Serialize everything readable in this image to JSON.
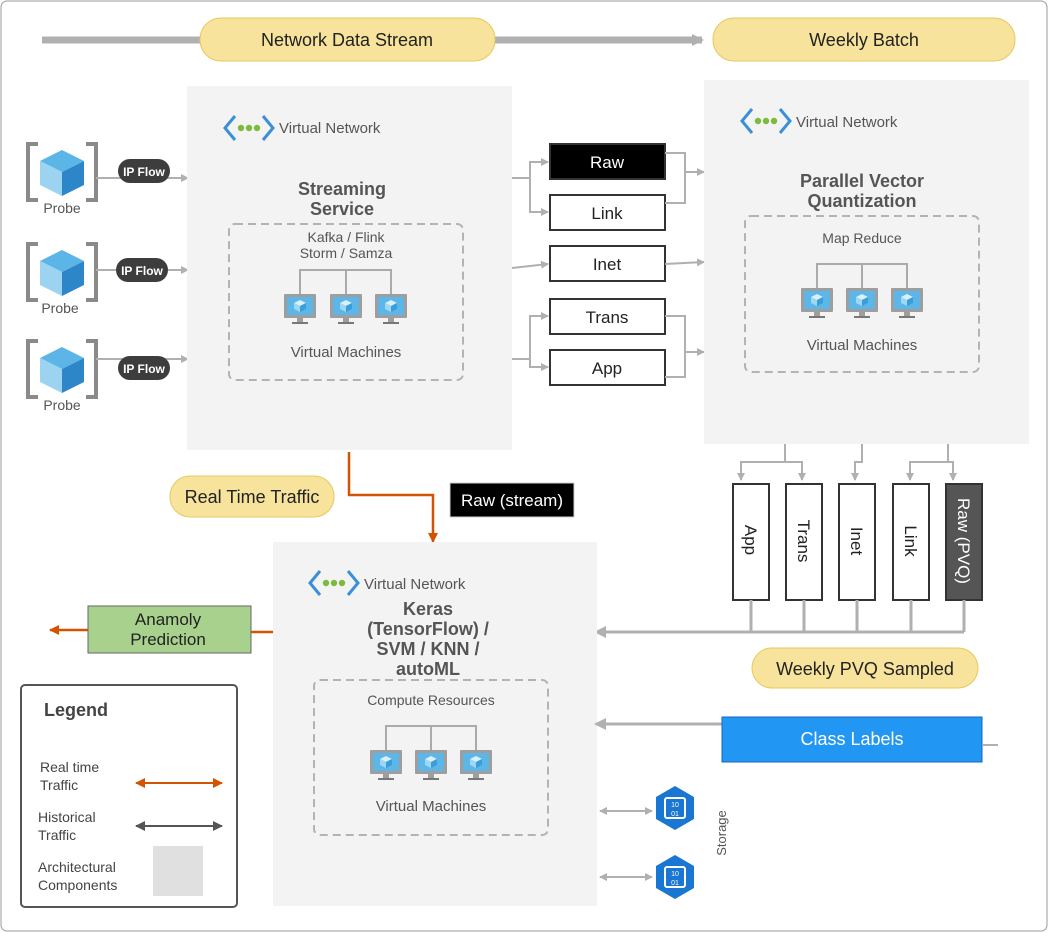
{
  "banners": {
    "stream": "Network Data Stream",
    "batch": "Weekly Batch",
    "realtime": "Real Time Traffic",
    "pvq_sampled": "Weekly PVQ Sampled"
  },
  "probes": [
    {
      "label": "Probe",
      "flow": "IP Flow"
    },
    {
      "label": "Probe",
      "flow": "IP Flow"
    },
    {
      "label": "Probe",
      "flow": "IP Flow"
    }
  ],
  "streaming": {
    "vnet": "Virtual Network",
    "title_1": "Streaming",
    "title_2": "Service",
    "frameworks_1": "Kafka / Flink",
    "frameworks_2": "Storm / Samza",
    "vm_label": "Virtual Machines"
  },
  "outputs": [
    "Raw",
    "Link",
    "Inet",
    "Trans",
    "App"
  ],
  "pvq": {
    "vnet": "Virtual Network",
    "title_1": "Parallel Vector",
    "title_2": "Quantization",
    "inner": "Map Reduce",
    "vm_label": "Virtual Machines"
  },
  "pvq_outputs": [
    "App",
    "Trans",
    "Inet",
    "Link",
    "Raw (PVQ)"
  ],
  "raw_stream": "Raw (stream)",
  "ml": {
    "vnet": "Virtual Network",
    "title_1": "Keras",
    "title_2": "(TensorFlow) /",
    "title_3": "SVM / KNN /",
    "title_4": "autoML",
    "inner": "Compute Resources",
    "vm_label": "Virtual Machines"
  },
  "anomaly_1": "Anamoly",
  "anomaly_2": "Prediction",
  "class_labels": "Class Labels",
  "storage": "Storage",
  "legend": {
    "title": "Legend",
    "rt_1": "Real time",
    "rt_2": "Traffic",
    "hist_1": "Historical",
    "hist_2": "Traffic",
    "arch_1": "Architectural",
    "arch_2": "Components"
  },
  "colors": {
    "banner": "#f7e39c",
    "panel": "#f3f3f3",
    "orange": "#d35400",
    "blue": "#2196f3",
    "green": "#a9d18e",
    "grey_arrow": "#b0b0b0"
  }
}
